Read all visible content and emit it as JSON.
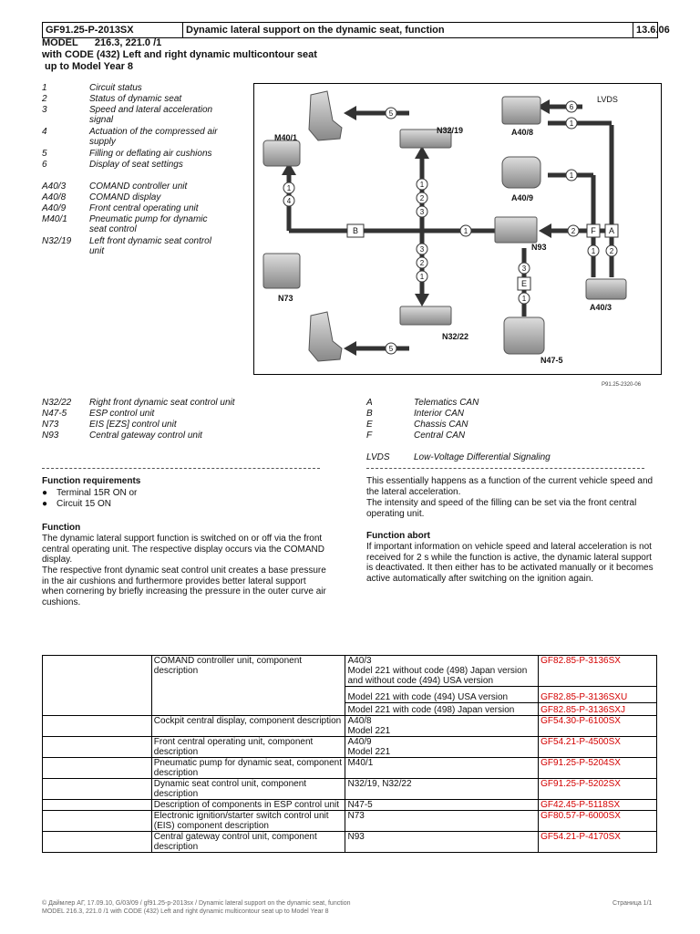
{
  "header": {
    "doc_id": "GF91.25-P-2013SX",
    "title": "Dynamic lateral support on the dynamic seat, function",
    "date": "13.6.06"
  },
  "model": {
    "line1": "MODEL      216.3, 221.0 /1",
    "line2": "with CODE (432) Left and right dynamic multicontour seat",
    "line3": " up to Model Year 8"
  },
  "legend_top": [
    {
      "key": "1",
      "value": "Circuit status"
    },
    {
      "key": "2",
      "value": "Status of dynamic seat"
    },
    {
      "key": "3",
      "value": "Speed and lateral acceleration signal"
    },
    {
      "key": "4",
      "value": "Actuation of the compressed air supply"
    },
    {
      "key": "5",
      "value": "Filling or deflating air cushions"
    },
    {
      "key": "6",
      "value": "Display of seat settings"
    },
    {
      "key": "A40/3",
      "value": "COMAND controller unit"
    },
    {
      "key": "A40/8",
      "value": "COMAND display"
    },
    {
      "key": "A40/9",
      "value": "Front central operating unit"
    },
    {
      "key": "M40/1",
      "value": "Pneumatic pump for dynamic seat control"
    },
    {
      "key": "N32/19",
      "value": "Left front dynamic seat control unit"
    }
  ],
  "diagram": {
    "lvds_label": "LVDS",
    "figure_id": "P91.25-2320-06",
    "components": {
      "m40_1": "M40/1",
      "n32_19": "N32/19",
      "a40_8": "A40/8",
      "a40_9": "A40/9",
      "n93": "N93",
      "n73": "N73",
      "a40_3": "A40/3",
      "n32_22": "N32/22",
      "n47_5": "N47-5"
    },
    "bus_labels": {
      "b": "B",
      "f": "F",
      "a": "A",
      "e": "E"
    },
    "circle_labels": {
      "one": "1",
      "two": "2",
      "three": "3",
      "four": "4",
      "five": "5",
      "six": "6"
    }
  },
  "legend_bottom_left": [
    {
      "key": "N32/22",
      "value": "Right front dynamic seat control unit"
    },
    {
      "key": "N47-5",
      "value": "ESP control unit"
    },
    {
      "key": "N73",
      "value": "EIS [EZS] control unit"
    },
    {
      "key": "N93",
      "value": "Central gateway control unit"
    }
  ],
  "legend_bottom_right": [
    {
      "key": "A",
      "value": "Telematics CAN"
    },
    {
      "key": "B",
      "value": "Interior CAN"
    },
    {
      "key": "E",
      "value": "Chassis CAN"
    },
    {
      "key": "F",
      "value": "Central CAN"
    },
    {
      "key": "LVDS",
      "value": "Low-Voltage Differential Signaling"
    }
  ],
  "left_col": {
    "req_heading": "Function requirements",
    "req_items": [
      "Terminal 15R ON or",
      "Circuit 15 ON"
    ],
    "func_heading": "Function",
    "func_p1": "The dynamic lateral support function is switched on or off via the front central operating unit. The respective display occurs via the COMAND display.",
    "func_p2": "The respective front dynamic seat control unit creates a base pressure in the air cushions and furthermore provides better lateral support when cornering by briefly increasing the pressure in the outer curve air cushions."
  },
  "right_col": {
    "p1": "This essentially happens as a function of the current vehicle speed and the lateral acceleration.",
    "p2": "The intensity and speed of the filling can be set via the front central operating unit.",
    "abort_heading": "Function abort",
    "abort_p": "If important information on vehicle speed and lateral acceleration is not received for 2 s while the function is active, the dynamic lateral support is deactivated. It then either has to be activated manually or it becomes active automatically after switching on the ignition again."
  },
  "table": [
    {
      "desc": "COMAND controller unit, component description",
      "subs": [
        {
          "code": "A40/3\nModel 221 without code (498) Japan version and without code (494) USA version",
          "ref": "GF82.85-P-3136SX"
        },
        {
          "code": "Model 221 with code (494) USA version",
          "ref": "GF82.85-P-3136SXU"
        },
        {
          "code": "Model 221 with code (498) Japan version",
          "ref": "GF82.85-P-3136SXJ"
        }
      ]
    },
    {
      "desc": "Cockpit central display, component description",
      "subs": [
        {
          "code": "A40/8\nModel 221",
          "ref": "GF54.30-P-6100SX"
        }
      ]
    },
    {
      "desc": "Front central operating unit, component description",
      "subs": [
        {
          "code": "A40/9\nModel 221",
          "ref": "GF54.21-P-4500SX"
        }
      ]
    },
    {
      "desc": "Pneumatic pump for dynamic seat, component description",
      "subs": [
        {
          "code": "M40/1",
          "ref": "GF91.25-P-5204SX"
        }
      ]
    },
    {
      "desc": "Dynamic seat control unit, component description",
      "subs": [
        {
          "code": "N32/19, N32/22",
          "ref": "GF91.25-P-5202SX"
        }
      ]
    },
    {
      "desc": "Description of components in ESP control unit",
      "subs": [
        {
          "code": "N47-5",
          "ref": "GF42.45-P-5118SX"
        }
      ]
    },
    {
      "desc": "Electronic ignition/starter switch control unit (EIS) component description",
      "subs": [
        {
          "code": "N73",
          "ref": "GF80.57-P-6000SX"
        }
      ]
    },
    {
      "desc": "Central gateway control unit, component description",
      "subs": [
        {
          "code": "N93",
          "ref": "GF54.21-P-4170SX"
        }
      ]
    }
  ],
  "footer": {
    "line1": "© Даймлер АГ, 17.09.10, G/03/09 / gf91.25-p-2013sx / Dynamic lateral support on the dynamic seat, function",
    "line2": "MODEL 216.3, 221.0 /1 with CODE (432) Left and right dynamic multicontour seat up to Model Year 8",
    "page": "Страница 1/1"
  }
}
